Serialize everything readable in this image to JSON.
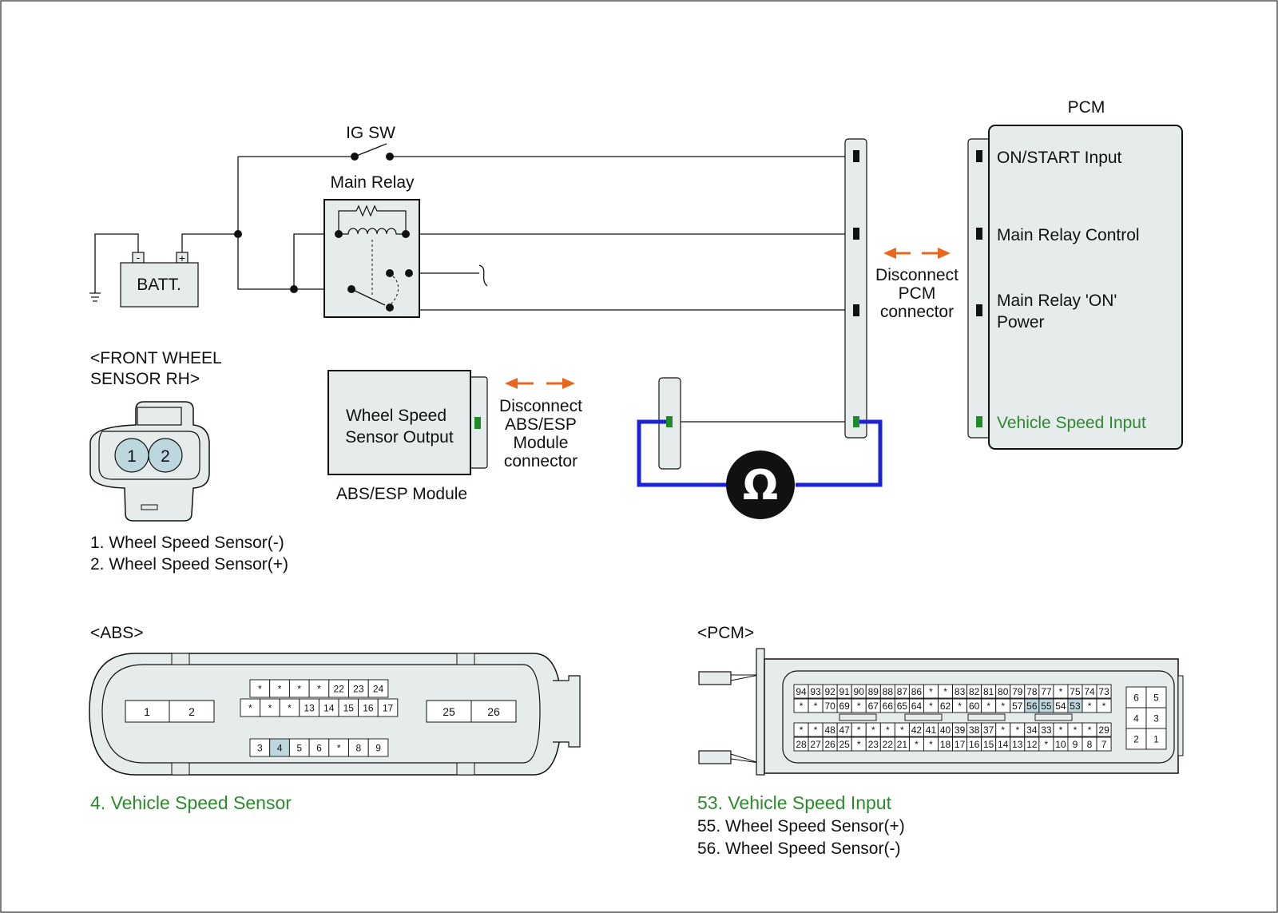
{
  "colors": {
    "panel": "#e6ecec",
    "highlight": "#bcd8de",
    "green_text": "#2c8a2c",
    "green_pin": "#1f8a2a",
    "orange": "#e9671d",
    "probe_blue": "#1a24d6",
    "wire": "#111111"
  },
  "circuit": {
    "ig_sw": "IG SW",
    "main_relay": "Main Relay",
    "battery": "BATT.",
    "battery_neg": "-",
    "battery_pos": "+",
    "pcm_title": "PCM",
    "pcm_on_start": "ON/START Input",
    "pcm_main_relay_control": "Main Relay Control",
    "pcm_main_relay_power_1": "Main Relay 'ON'",
    "pcm_main_relay_power_2": "Power",
    "pcm_vehicle_speed_input": "Vehicle Speed Input",
    "disconnect_pcm_1": "Disconnect",
    "disconnect_pcm_2": "PCM",
    "disconnect_pcm_3": "connector",
    "wss_output_1": "Wheel Speed",
    "wss_output_2": "Sensor Output",
    "abs_module": "ABS/ESP Module",
    "disconnect_abs_1": "Disconnect",
    "disconnect_abs_2": "ABS/ESP",
    "disconnect_abs_3": "Module",
    "disconnect_abs_4": "connector",
    "ohmmeter_symbol": "Ω"
  },
  "front_sensor": {
    "title_1": "<FRONT WHEEL",
    "title_2": "SENSOR RH>",
    "pin_1": "1",
    "pin_2": "2",
    "legend_1": "1. Wheel Speed Sensor(-)",
    "legend_2": "2. Wheel Speed Sensor(+)"
  },
  "abs_connector": {
    "title": "<ABS>",
    "pin_1": "1",
    "pin_2": "2",
    "pin_25": "25",
    "pin_26": "26",
    "row_top": [
      "*",
      "*",
      "*",
      "*",
      "22",
      "23",
      "24"
    ],
    "row_mid": [
      "*",
      "*",
      "*",
      "13",
      "14",
      "15",
      "16",
      "17"
    ],
    "row_bot": [
      "3",
      "4",
      "5",
      "6",
      "*",
      "8",
      "9"
    ],
    "highlight": [
      "4"
    ],
    "legend": "4. Vehicle Speed Sensor"
  },
  "pcm_connector": {
    "title": "<PCM>",
    "row1": [
      "94",
      "93",
      "92",
      "91",
      "90",
      "89",
      "88",
      "87",
      "86",
      "*",
      "*",
      "83",
      "82",
      "81",
      "80",
      "79",
      "78",
      "77",
      "*",
      "75",
      "74",
      "73"
    ],
    "row2": [
      "*",
      "*",
      "70",
      "69",
      "*",
      "67",
      "66",
      "65",
      "64",
      "*",
      "62",
      "*",
      "60",
      "*",
      "*",
      "57",
      "56",
      "55",
      "54",
      "53",
      "*",
      "*"
    ],
    "row3": [
      "*",
      "*",
      "48",
      "47",
      "*",
      "*",
      "*",
      "*",
      "42",
      "41",
      "40",
      "39",
      "38",
      "37",
      "*",
      "*",
      "34",
      "33",
      "*",
      "*",
      "*",
      "29"
    ],
    "row4": [
      "28",
      "27",
      "26",
      "25",
      "*",
      "23",
      "22",
      "21",
      "*",
      "*",
      "18",
      "17",
      "16",
      "15",
      "14",
      "13",
      "12",
      "*",
      "10",
      "9",
      "8",
      "7"
    ],
    "side": [
      [
        "6",
        "5"
      ],
      [
        "4",
        "3"
      ],
      [
        "2",
        "1"
      ]
    ],
    "highlight": [
      "53",
      "55",
      "56"
    ],
    "legend_53": "53. Vehicle Speed Input",
    "legend_55": "55. Wheel Speed Sensor(+)",
    "legend_56": "56. Wheel Speed Sensor(-)"
  }
}
